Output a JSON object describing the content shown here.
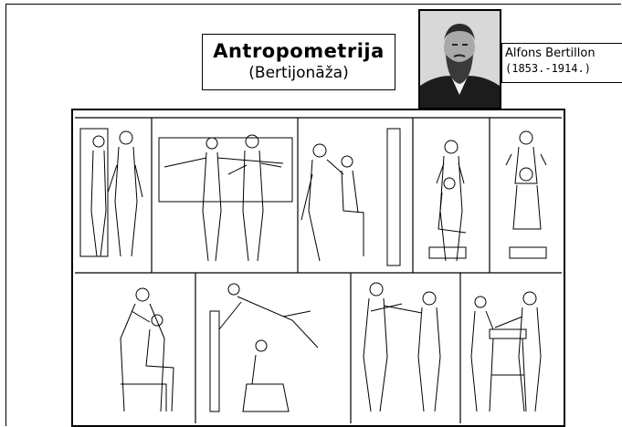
{
  "header": {
    "title": "Antropometrija",
    "subtitle": "(Bertijonāža)"
  },
  "portrait": {
    "name": "Alfons Bertillon",
    "dates": "(1853.-1914.)"
  },
  "illustration": {
    "panels_top": [
      "height-measurement",
      "arm-span-measurement",
      "seated-height-measurement",
      "head-length-measurement",
      "head-breadth-measurement"
    ],
    "panels_bottom": [
      "ear-measurement",
      "foot-measurement",
      "forearm-measurement",
      "finger-measurement"
    ]
  }
}
